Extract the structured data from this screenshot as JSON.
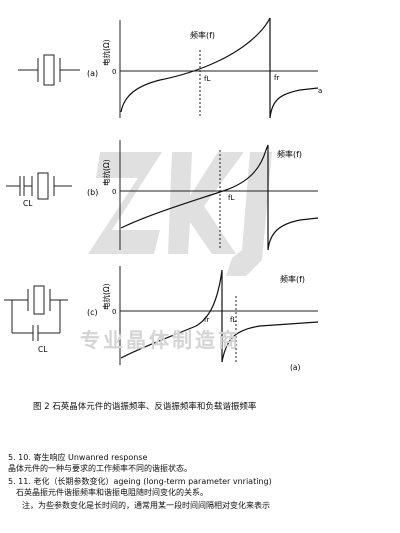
{
  "watermark": {
    "logo_letters": "ZKJ",
    "text": "专业晶体制造商"
  },
  "figure": {
    "panel_a": {
      "label": "(a)",
      "ylabel": "电抗(Ω)",
      "xlabel": "频率(f)",
      "origin": "0",
      "fL": "fL",
      "fr": "fr",
      "end": "a"
    },
    "panel_b": {
      "label": "(b)",
      "ylabel": "电抗(Ω)",
      "xlabel": "频率(f)",
      "origin": "0",
      "fL": "fL",
      "cl": "CL"
    },
    "panel_c": {
      "label": "(c)",
      "ylabel": "电抗(Ω)",
      "xlabel": "频率(f)",
      "origin": "0",
      "fr": "fr",
      "fL": "fL",
      "cl": "CL",
      "corner": "(a)"
    }
  },
  "caption": "图 2   石英晶体元件的谐振频率、反谐振频率和负载谐振频率",
  "body": {
    "line1": "5. 10. 寄生响应   Unwanred response",
    "line2": "晶体元件的一种与要求的工作频率不同的谐振状态。",
    "line3": "5. 11. 老化（长期参数变化）ageing (long-term parameter vnriating)",
    "line4": "石英晶振元件谐振频率和谐振电阻随时间变化的关系。",
    "line5": "注，为些参数变化是长时间的，通常用某一段时间间隔相对变化来表示"
  }
}
